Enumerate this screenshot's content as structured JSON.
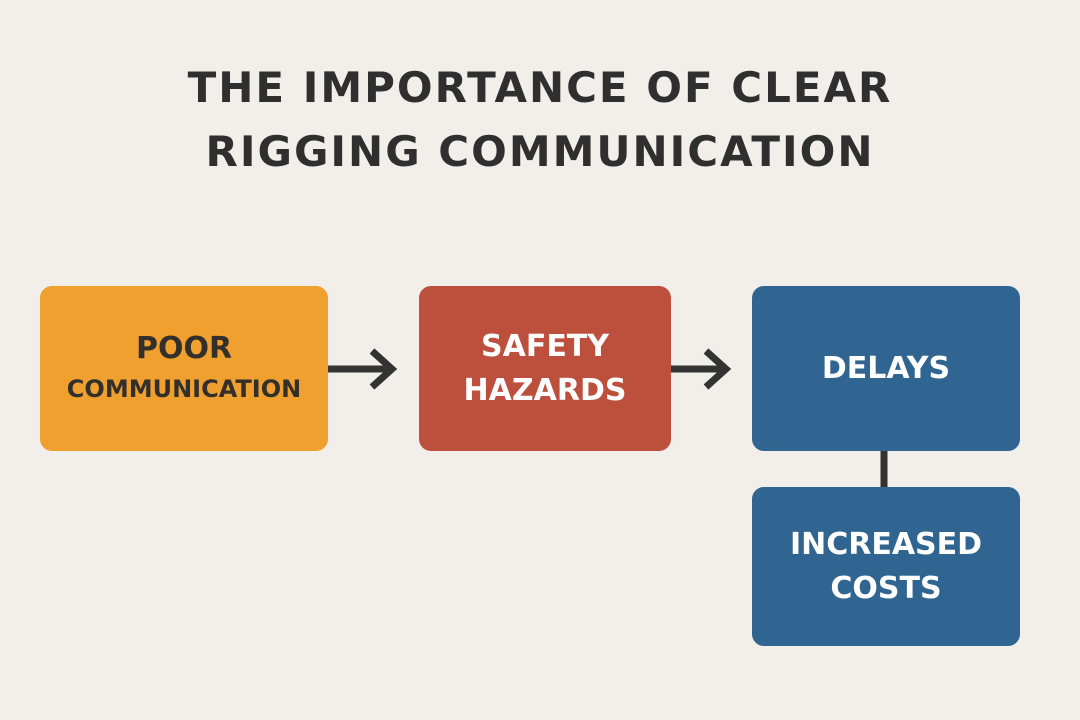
{
  "title": {
    "line1": "THE IMPORTANCE OF CLEAR",
    "line2": "RIGGING COMMUNICATION"
  },
  "nodes": {
    "poor_communication": {
      "line1": "POOR",
      "line2": "COMMUNICATION",
      "color": "#efa02e"
    },
    "safety_hazards": {
      "line1": "SAFETY",
      "line2": "HAZARDS",
      "color": "#bd4f3d"
    },
    "delays": {
      "line1": "DELAYS",
      "color": "#2f6590"
    },
    "increased_costs": {
      "line1": "INCREASED",
      "line2": "COSTS",
      "color": "#2f6590"
    }
  },
  "edges": [
    {
      "from": "poor_communication",
      "to": "safety_hazards",
      "type": "arrow"
    },
    {
      "from": "safety_hazards",
      "to": "delays",
      "type": "arrow"
    },
    {
      "from": "delays",
      "to": "increased_costs",
      "type": "line"
    }
  ],
  "colors": {
    "background": "#f2efea",
    "title_text": "#2f2f2f",
    "connector": "#333333"
  }
}
